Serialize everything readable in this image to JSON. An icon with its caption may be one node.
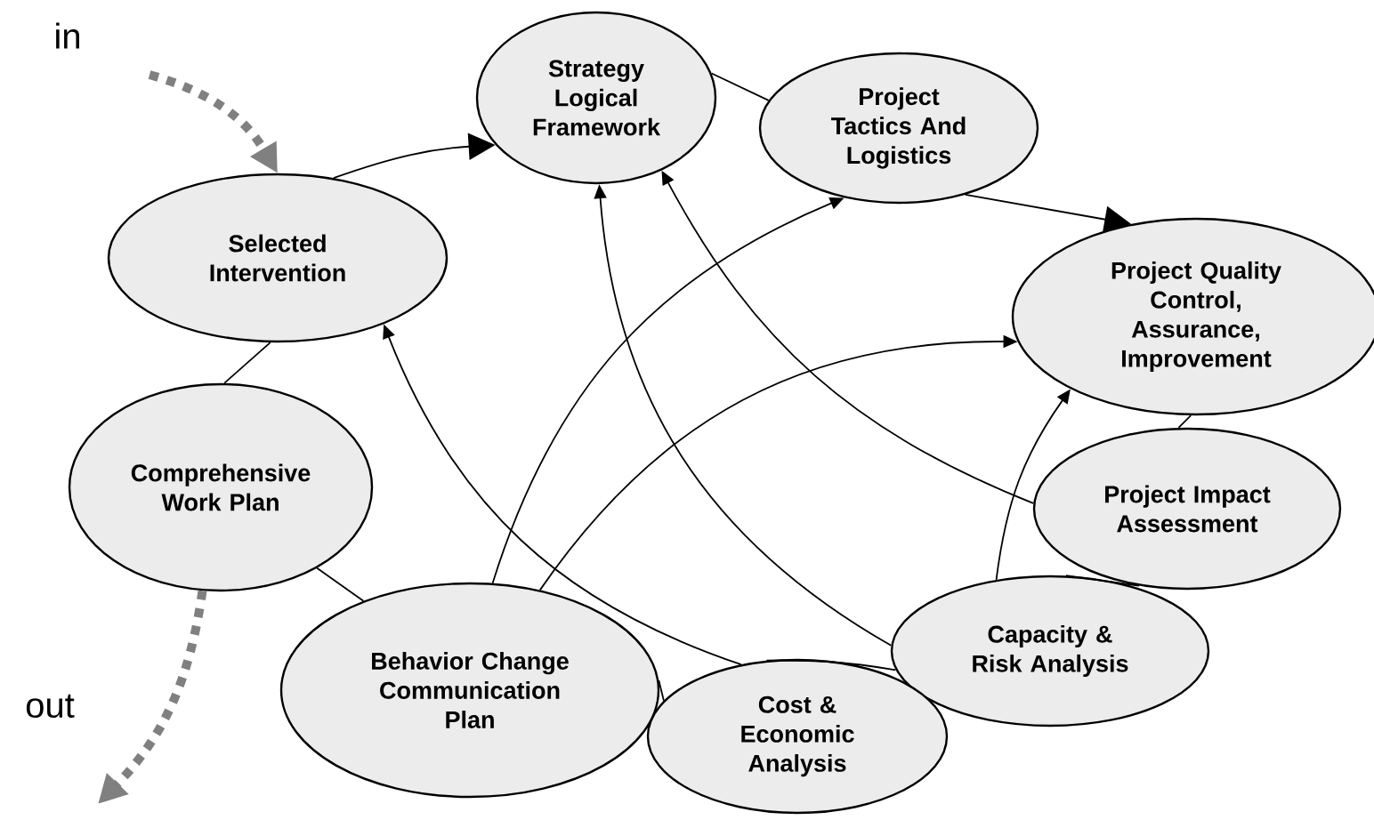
{
  "diagram": {
    "nodes": [
      {
        "text": [
          "Selected Intervention"
        ]
      },
      {
        "text": [
          "Comprehensive Work Plan"
        ]
      },
      {
        "text": [
          "Strategy Logical Framework"
        ]
      },
      {
        "text": [
          "Project Tactics And Logistics"
        ]
      },
      {
        "text": [
          "Project Quality Control, Assurance, Improvement"
        ]
      },
      {
        "text": [
          "Project Impact Assessment"
        ]
      },
      {
        "text": [
          "Capacity & Risk Analysis"
        ]
      },
      {
        "text": [
          "Cost & Economic Analysis"
        ]
      },
      {
        "text": [
          "Behavior Change Communication Plan"
        ]
      }
    ],
    "edges": [
      {
        "from": 0,
        "to": 2,
        "arrow": "to"
      },
      {
        "from": 2,
        "to": 3,
        "arrow": "none"
      },
      {
        "from": 3,
        "to": 4,
        "arrow": "to"
      },
      {
        "from": 0,
        "to": 1,
        "arrow": "none"
      },
      {
        "from": 1,
        "to": 8,
        "arrow": "none"
      },
      {
        "from": 8,
        "to": 7,
        "arrow": "none"
      },
      {
        "from": 7,
        "to": 6,
        "arrow": "none"
      },
      {
        "from": 6,
        "to": 5,
        "arrow": "none"
      },
      {
        "from": 5,
        "to": 4,
        "arrow": "none"
      },
      {
        "from": 8,
        "to": 3,
        "arrow": "to"
      },
      {
        "from": 8,
        "to": 4,
        "arrow": "to"
      },
      {
        "from": 7,
        "to": 0,
        "arrow": "to"
      },
      {
        "from": 6,
        "to": 2,
        "arrow": "to"
      },
      {
        "from": 5,
        "to": 2,
        "arrow": "to"
      },
      {
        "from": 6,
        "to": 4,
        "arrow": "to"
      },
      {
        "from": null,
        "to": 0,
        "arrow": "to",
        "style": "dashed",
        "color": "#808080"
      },
      {
        "from": 1,
        "to": null,
        "arrow": "to",
        "style": "dashed",
        "color": "#808080"
      }
    ],
    "labels": [
      "in",
      "out"
    ]
  }
}
